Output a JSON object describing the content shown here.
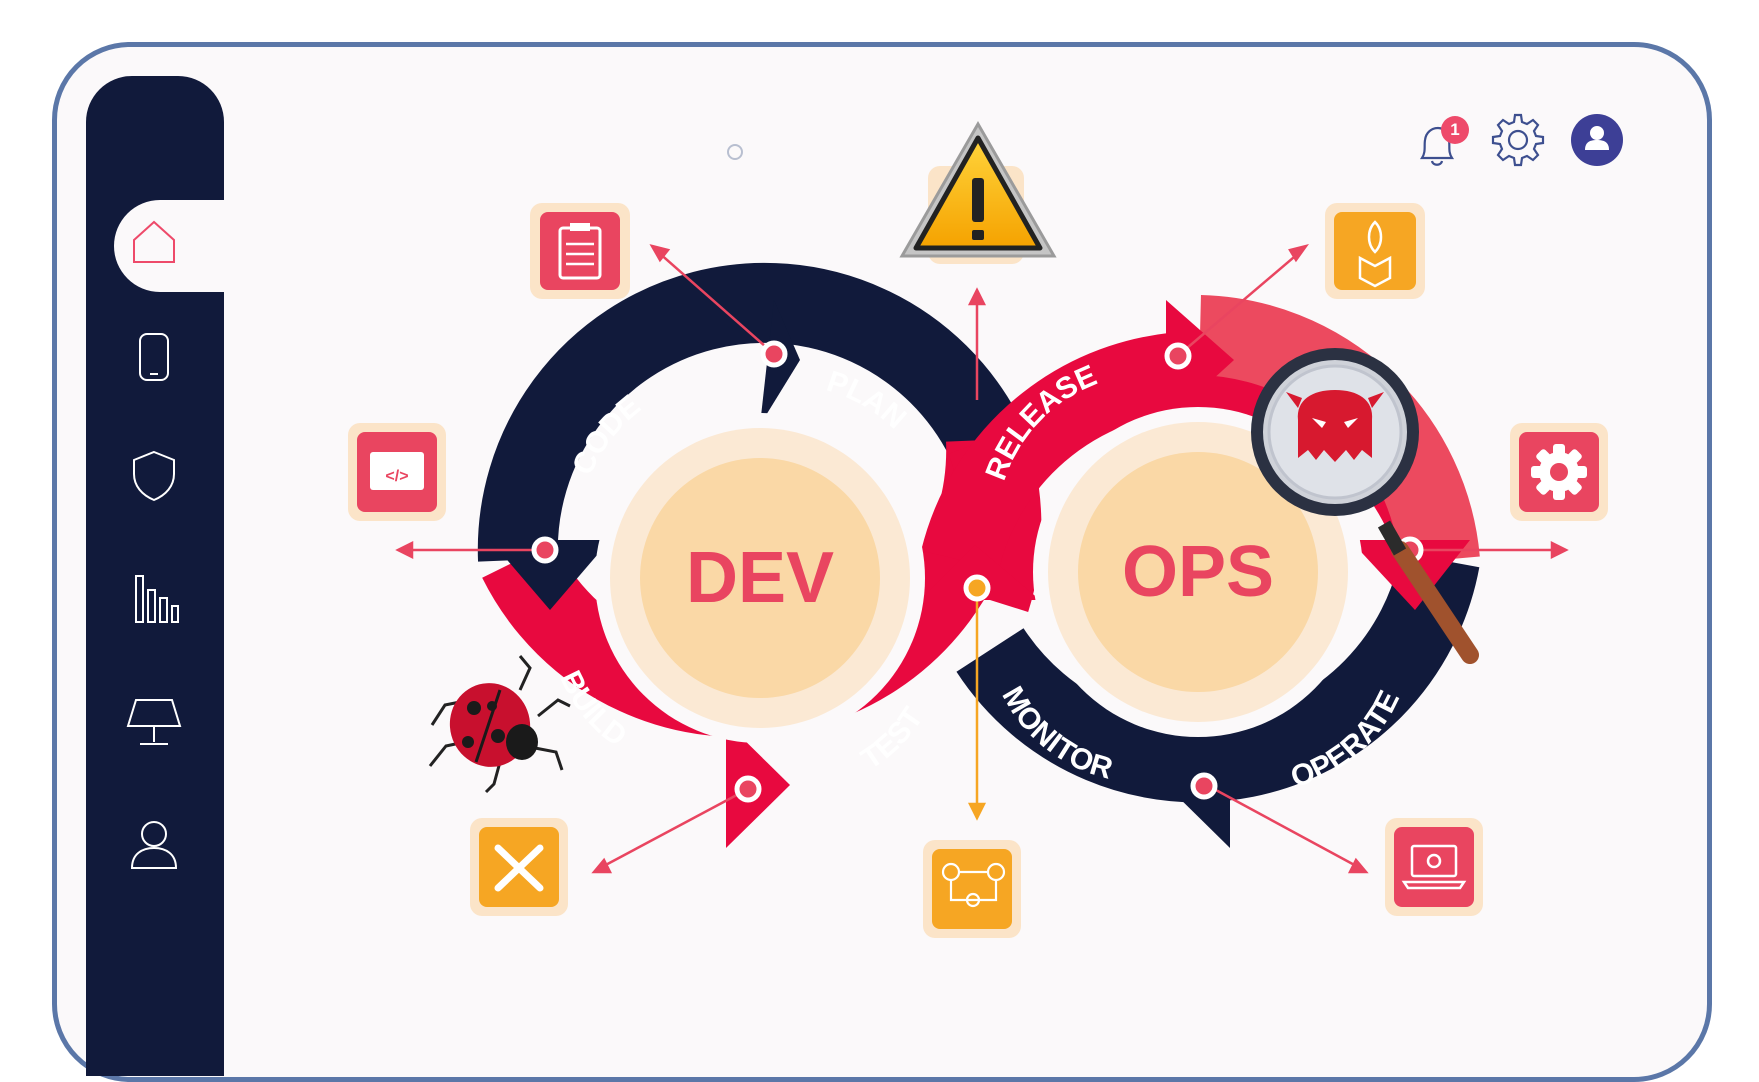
{
  "header": {
    "notification_count": "1",
    "icons": [
      "bell-icon",
      "gear-icon",
      "user-avatar-icon"
    ]
  },
  "sidebar": {
    "items": [
      {
        "name": "home",
        "icon": "home-icon",
        "active": true
      },
      {
        "name": "mobile",
        "icon": "mobile-icon"
      },
      {
        "name": "security",
        "icon": "shield-icon"
      },
      {
        "name": "analytics",
        "icon": "bar-chart-icon"
      },
      {
        "name": "display",
        "icon": "monitor-icon"
      },
      {
        "name": "profile",
        "icon": "user-icon"
      }
    ]
  },
  "diagram": {
    "left_center": "DEV",
    "right_center": "OPS",
    "stages": {
      "plan": "PLAN",
      "code": "CODE",
      "build": "BUILD",
      "test": "TEST",
      "release": "RELEASE",
      "deploy": "",
      "operate": "OPERATE",
      "monitor": "MONITOR"
    },
    "tiles": [
      "clipboard-icon",
      "warning-icon",
      "rocket-box-icon",
      "code-window-icon",
      "gear-icon",
      "tools-icon",
      "pipeline-icon",
      "laptop-gear-icon"
    ],
    "decorations": [
      "ladybug-icon",
      "magnifier-icon",
      "demon-icon"
    ]
  },
  "colors": {
    "navy": "#111a3b",
    "red": "#e8093f",
    "pink": "#e94560",
    "orange": "#f6a623",
    "peach": "#fad8a6",
    "frame": "#5b77a8"
  }
}
